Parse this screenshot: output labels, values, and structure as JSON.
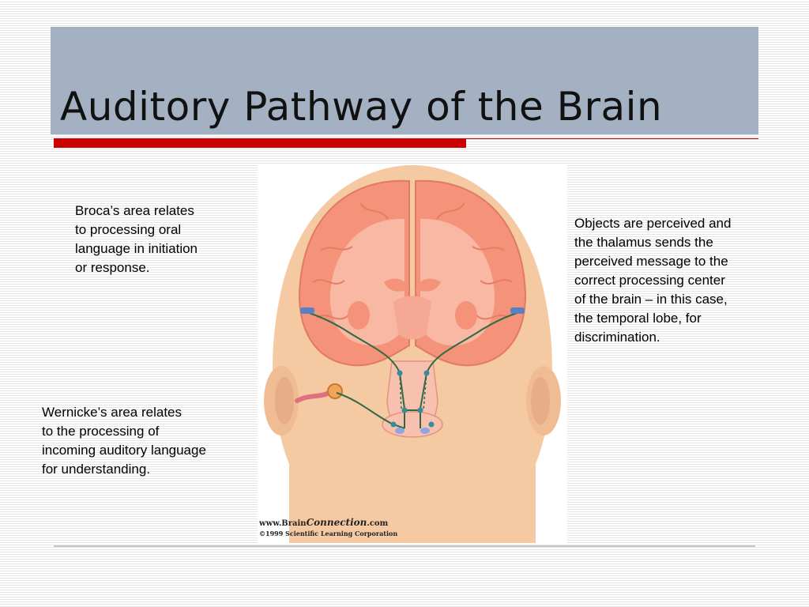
{
  "slide": {
    "title": "Auditory Pathway of the Brain"
  },
  "callouts": {
    "broca": [
      "Broca’s area relates",
      "to processing oral",
      "language in initiation",
      "or response."
    ],
    "thalamus": [
      "Objects are perceived and",
      "the thalamus sends the",
      "perceived message to the",
      "correct processing center",
      "of the brain – in this case,",
      "the temporal lobe, for",
      "discrimination."
    ],
    "wernicke": [
      "Wernicke’s area relates",
      "to the processing of",
      "incoming auditory language",
      "for understanding."
    ]
  },
  "figure": {
    "credit_prefix": "www.Brain",
    "credit_brand": "Connection",
    "credit_suffix": ".com",
    "credit_copyright": "©1999 Scientific Learning Corporation"
  },
  "colors": {
    "title_bar": "#a3b1c2",
    "accent_red": "#cc0000",
    "skin": "#f5c9a2",
    "brain": "#f4927a",
    "pathway": "#2e6b45",
    "nucleus": "#5a7fc4"
  }
}
